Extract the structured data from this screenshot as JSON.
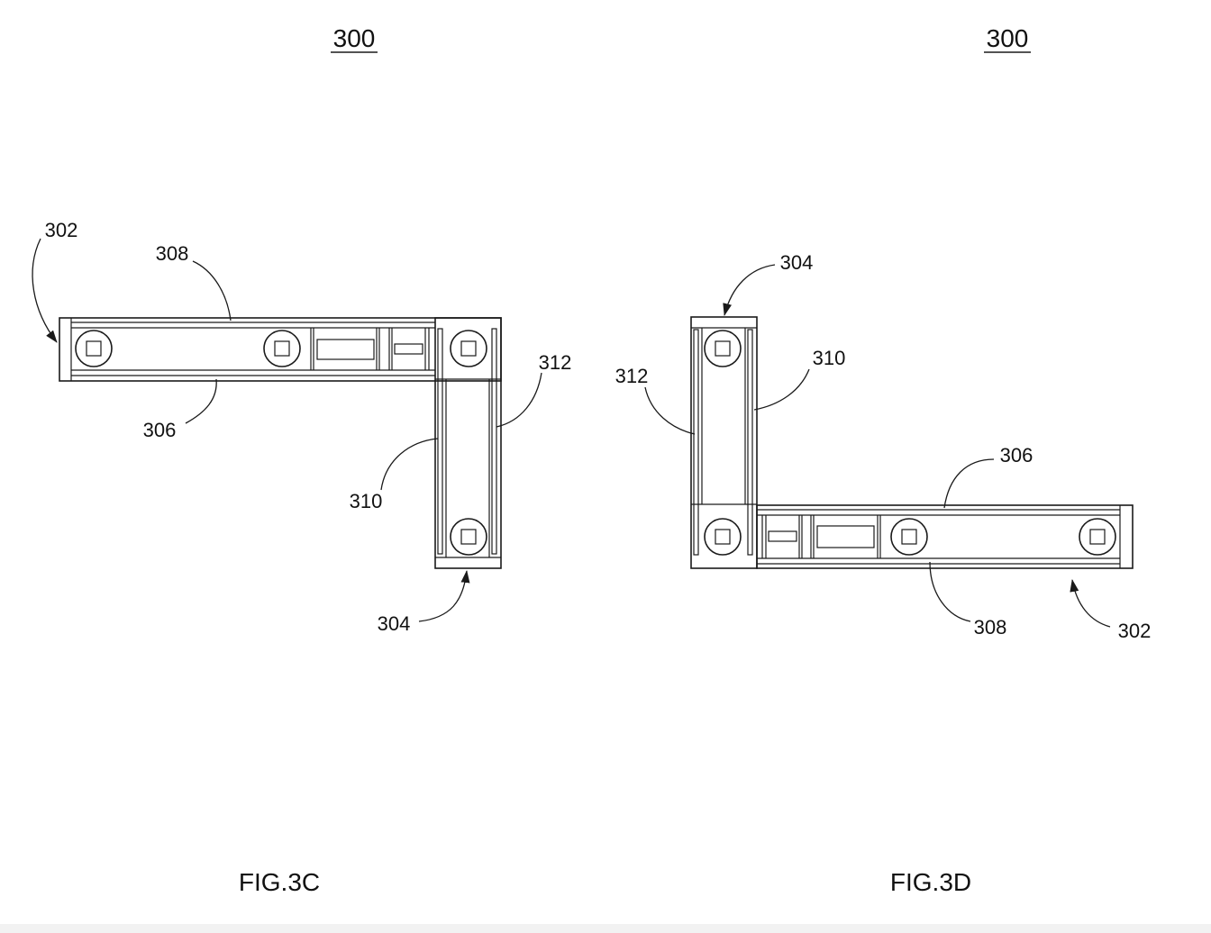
{
  "figures": [
    {
      "id": "fig-3c",
      "title": "300",
      "caption": "FIG.3C",
      "labels": {
        "l302": "302",
        "l308": "308",
        "l306": "306",
        "l312": "312",
        "l310": "310",
        "l304": "304"
      }
    },
    {
      "id": "fig-3d",
      "title": "300",
      "caption": "FIG.3D",
      "labels": {
        "l304": "304",
        "l310": "310",
        "l312": "312",
        "l306": "306",
        "l308": "308",
        "l302": "302"
      }
    }
  ]
}
